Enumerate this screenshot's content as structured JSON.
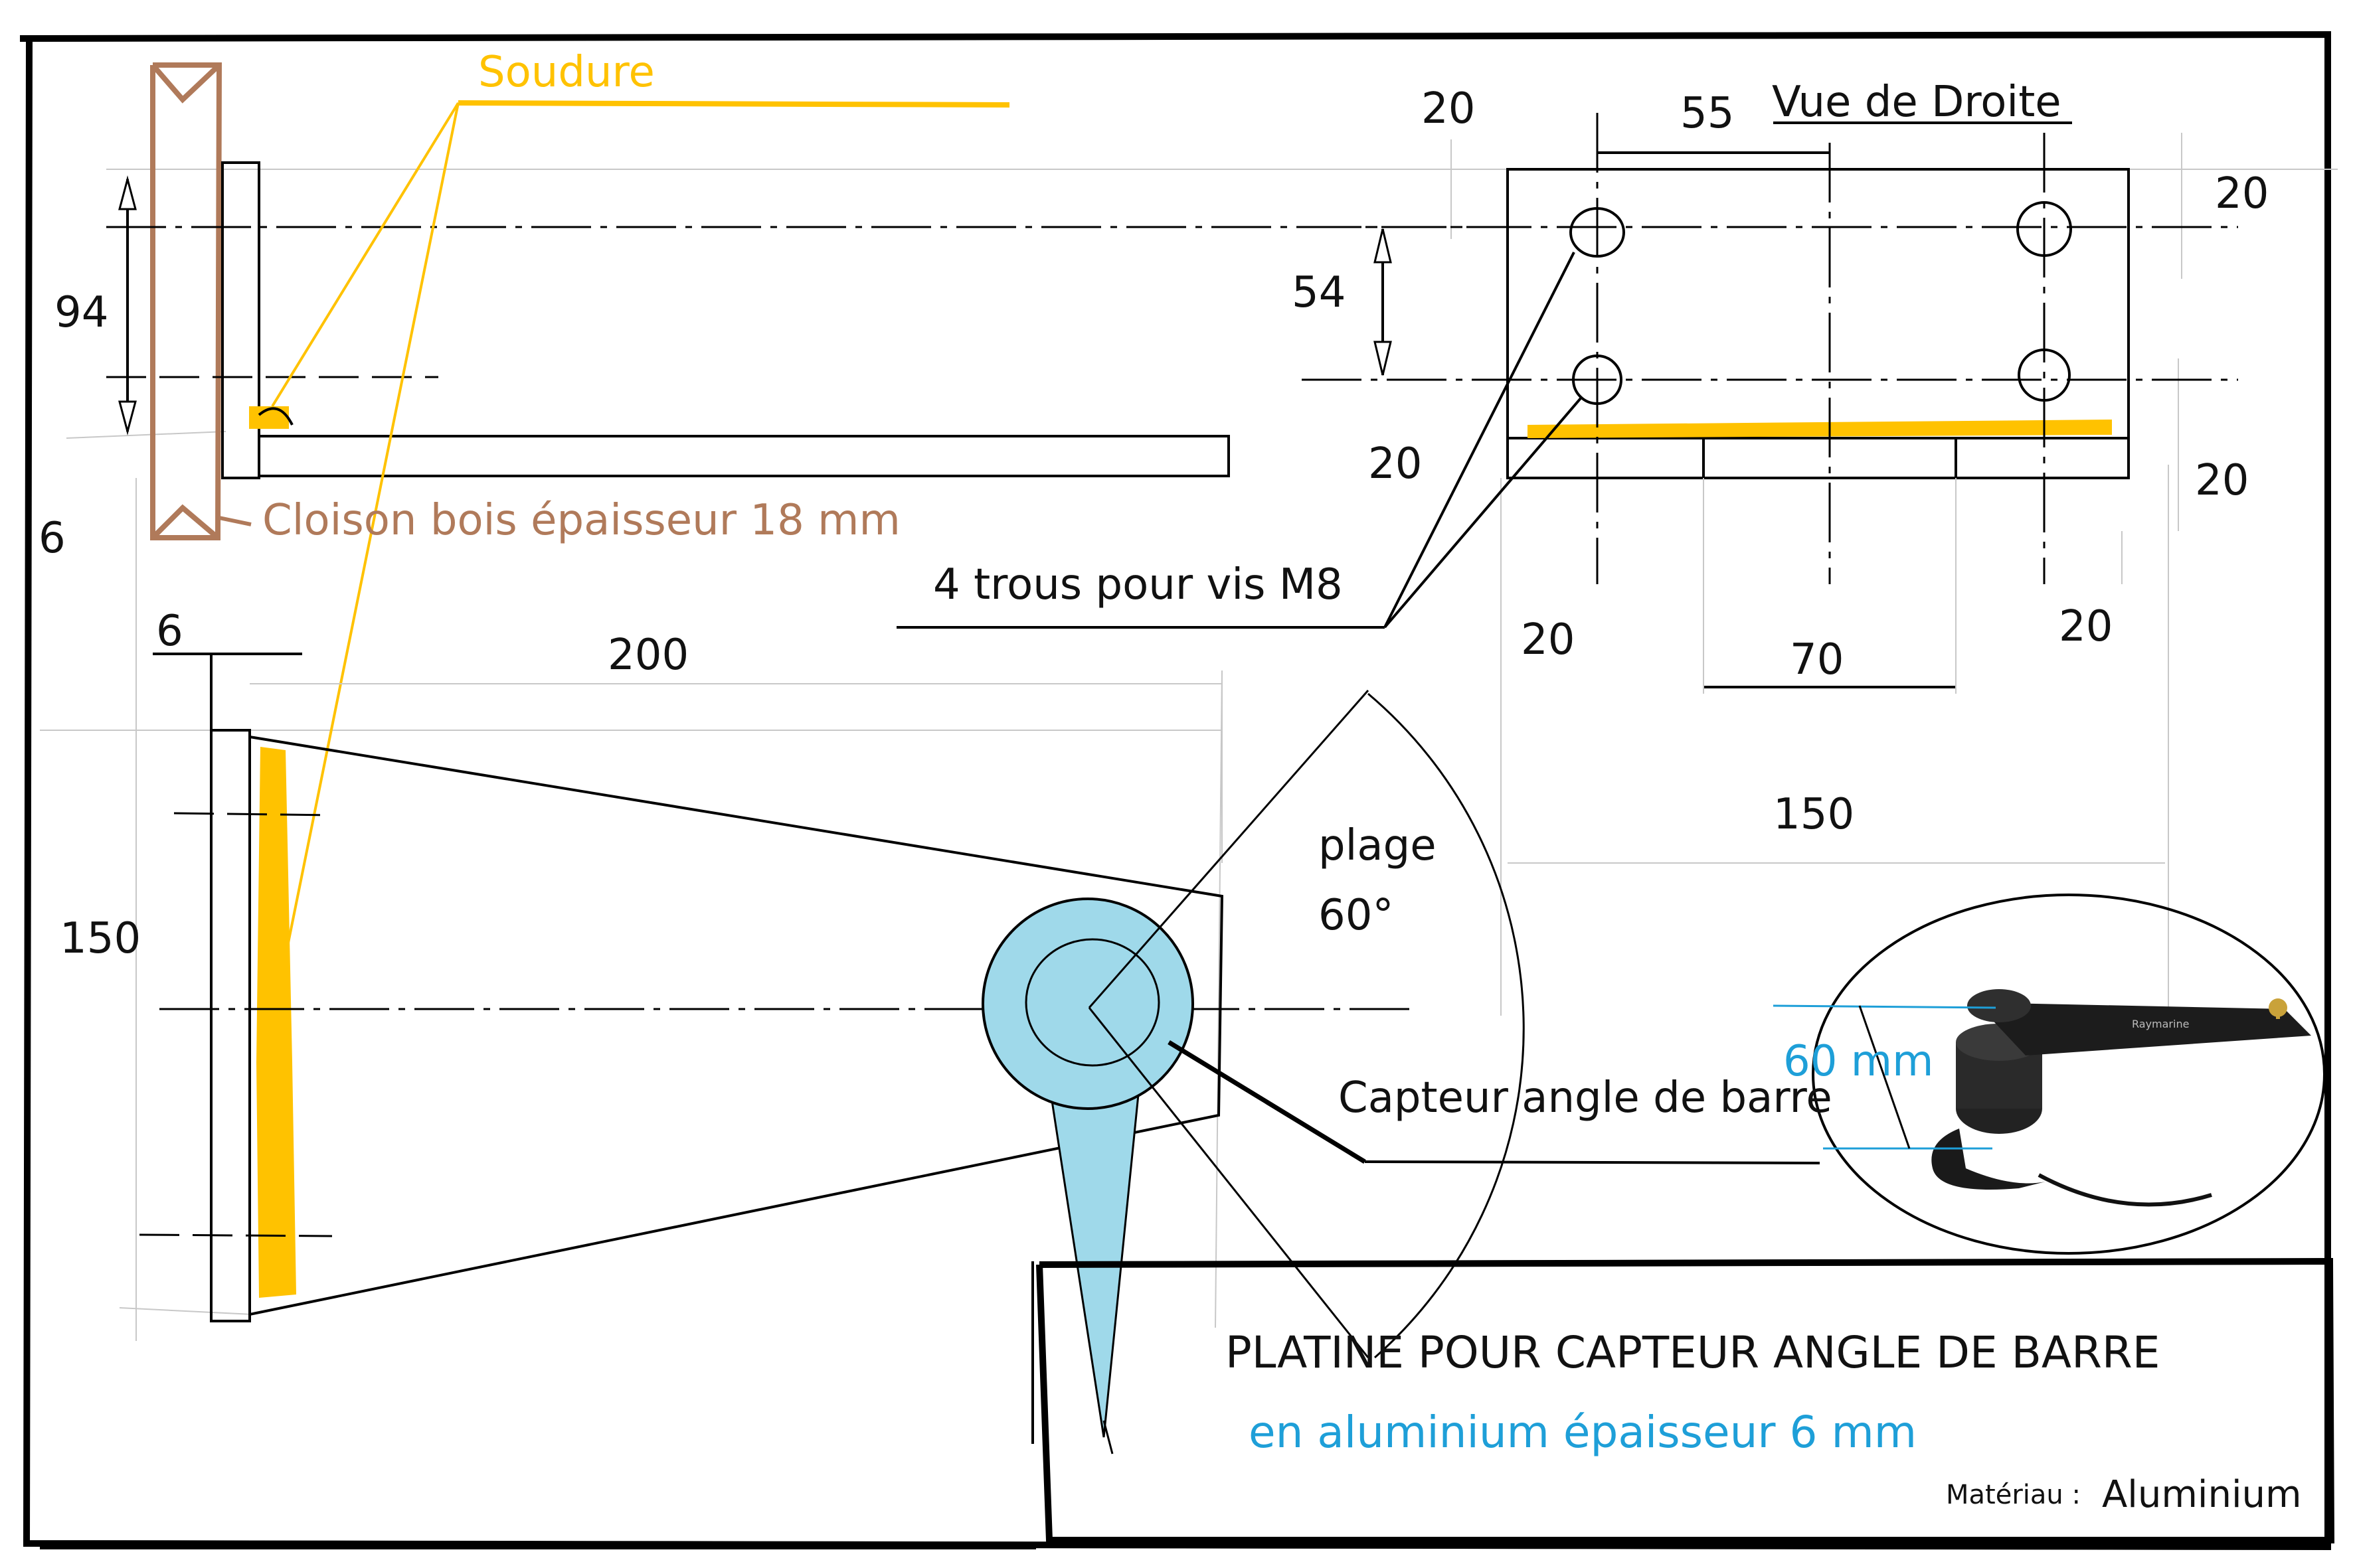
{
  "labels": {
    "soudure": "Soudure",
    "cloison": "Cloison bois épaisseur 18 mm",
    "trous": "4 trous pour vis M8",
    "vue_droite": "Vue de Droite",
    "plage": "plage",
    "plage_angle": "60°",
    "capteur": "Capteur angle de barre",
    "capteur_dim": "60 mm",
    "capteur_brand": "Raymarine"
  },
  "dimensions": {
    "d94": "94",
    "d6_left": "6",
    "d6_top": "6",
    "d200": "200",
    "d150_left": "150",
    "d20_top_left": "20",
    "d55": "55",
    "d20_top_right": "20",
    "d54": "54",
    "d20_mid_left": "20",
    "d20_mid_right": "20",
    "d20_bot_left": "20",
    "d70": "70",
    "d20_bot_right": "20",
    "d150_right": "150"
  },
  "title_block": {
    "title": "PLATINE POUR CAPTEUR ANGLE DE BARRE",
    "subtitle": "en aluminium épaisseur 6 mm",
    "material_label": "Matériau :",
    "material_value": "Aluminium"
  },
  "colors": {
    "weld": "#ffc200",
    "wood": "#b07a5a",
    "sensor_fill": "#9fd9ea",
    "dim_blue": "#1e9fd8",
    "line": "#000000"
  }
}
